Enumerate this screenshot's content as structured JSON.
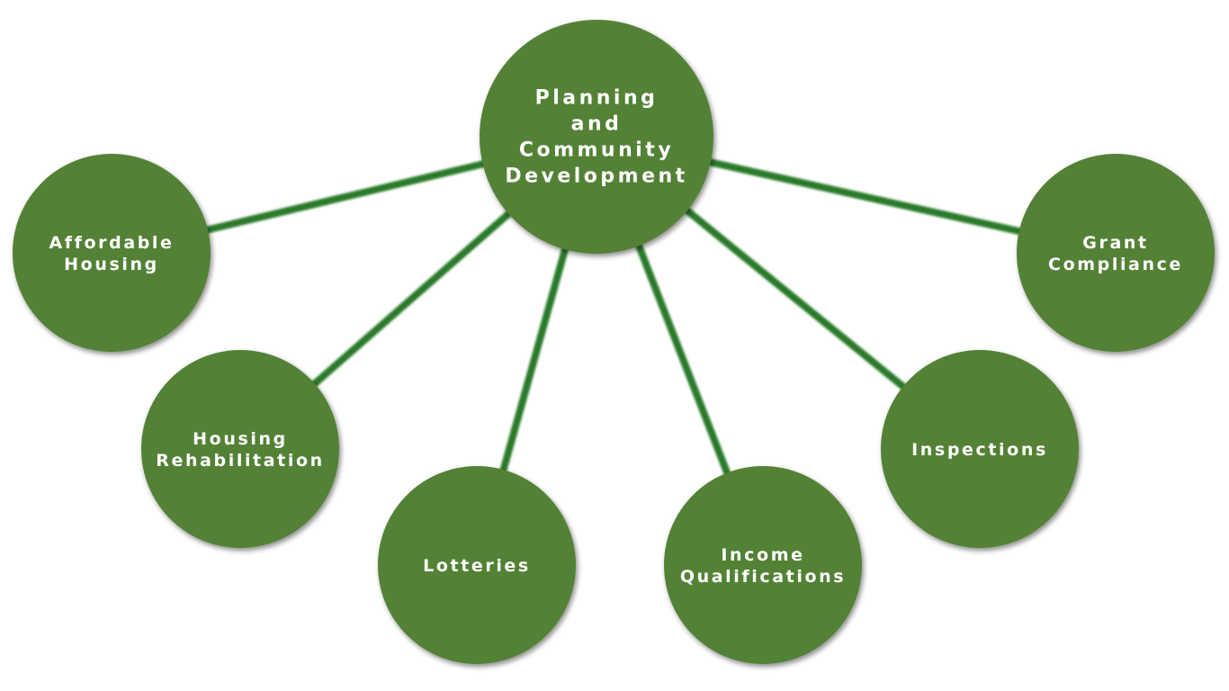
{
  "colors": {
    "node": "#538135",
    "connector": "#2a7a2a"
  },
  "center": {
    "lines": [
      "Planning",
      "and",
      "Community",
      "Development"
    ]
  },
  "nodes": [
    {
      "id": "affordable-housing",
      "lines": [
        "Affordable",
        "Housing"
      ]
    },
    {
      "id": "housing-rehabilitation",
      "lines": [
        "Housing",
        "Rehabilitation"
      ]
    },
    {
      "id": "lotteries",
      "lines": [
        "Lotteries"
      ]
    },
    {
      "id": "income-qualifications",
      "lines": [
        "Income",
        "Qualifications"
      ]
    },
    {
      "id": "inspections",
      "lines": [
        "Inspections"
      ]
    },
    {
      "id": "grant-compliance",
      "lines": [
        "Grant",
        "Compliance"
      ]
    }
  ]
}
